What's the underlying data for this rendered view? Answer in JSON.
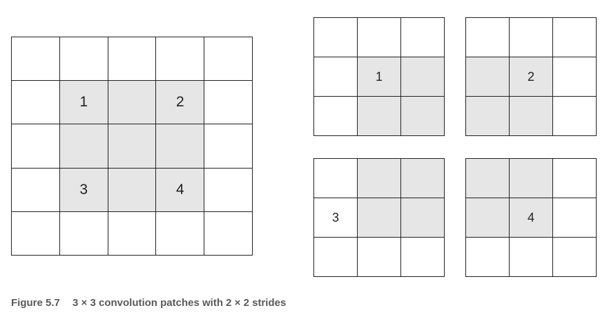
{
  "colors": {
    "line": "#231f20",
    "shaded": "#e6e6e6",
    "background": "#ffffff",
    "caption": "#5a5a5a"
  },
  "input_grid": {
    "rows": 5,
    "cols": 5,
    "shaded_cells": [
      [
        1,
        1
      ],
      [
        1,
        2
      ],
      [
        1,
        3
      ],
      [
        2,
        1
      ],
      [
        2,
        2
      ],
      [
        2,
        3
      ],
      [
        3,
        1
      ],
      [
        3,
        2
      ],
      [
        3,
        3
      ]
    ],
    "labels": [
      {
        "row": 1,
        "col": 1,
        "text": "1"
      },
      {
        "row": 1,
        "col": 3,
        "text": "2"
      },
      {
        "row": 3,
        "col": 1,
        "text": "3"
      },
      {
        "row": 3,
        "col": 3,
        "text": "4"
      }
    ]
  },
  "patches": [
    {
      "id": "patch-1",
      "label": "1",
      "label_cell": [
        1,
        1
      ],
      "shaded_cells": [
        [
          1,
          1
        ],
        [
          1,
          2
        ],
        [
          2,
          1
        ],
        [
          2,
          2
        ]
      ]
    },
    {
      "id": "patch-2",
      "label": "2",
      "label_cell": [
        1,
        1
      ],
      "shaded_cells": [
        [
          1,
          0
        ],
        [
          1,
          1
        ],
        [
          2,
          0
        ],
        [
          2,
          1
        ]
      ]
    },
    {
      "id": "patch-3",
      "label": "3",
      "label_cell": [
        1,
        0
      ],
      "shaded_cells": [
        [
          0,
          1
        ],
        [
          0,
          2
        ],
        [
          1,
          1
        ],
        [
          1,
          2
        ]
      ]
    },
    {
      "id": "patch-4",
      "label": "4",
      "label_cell": [
        1,
        1
      ],
      "shaded_cells": [
        [
          0,
          0
        ],
        [
          0,
          1
        ],
        [
          1,
          0
        ],
        [
          1,
          1
        ]
      ]
    }
  ],
  "caption": {
    "figure_label": "Figure 5.7",
    "text": "3 × 3 convolution patches with 2 × 2 strides"
  }
}
